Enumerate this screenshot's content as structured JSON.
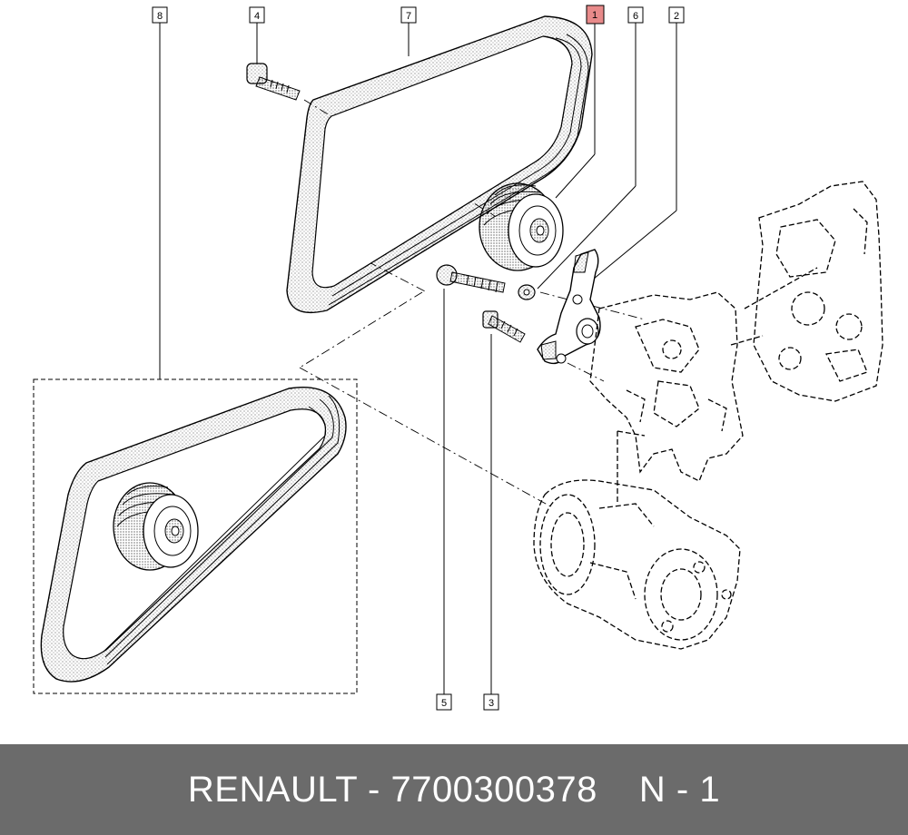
{
  "callouts": {
    "c1": "1",
    "c2": "2",
    "c3": "3",
    "c4": "4",
    "c5": "5",
    "c6": "6",
    "c7": "7",
    "c8": "8"
  },
  "highlight_color": "#e88a8a",
  "footer": {
    "part_text": "RENAULT - 7700300378",
    "position_text": "N - 1"
  }
}
